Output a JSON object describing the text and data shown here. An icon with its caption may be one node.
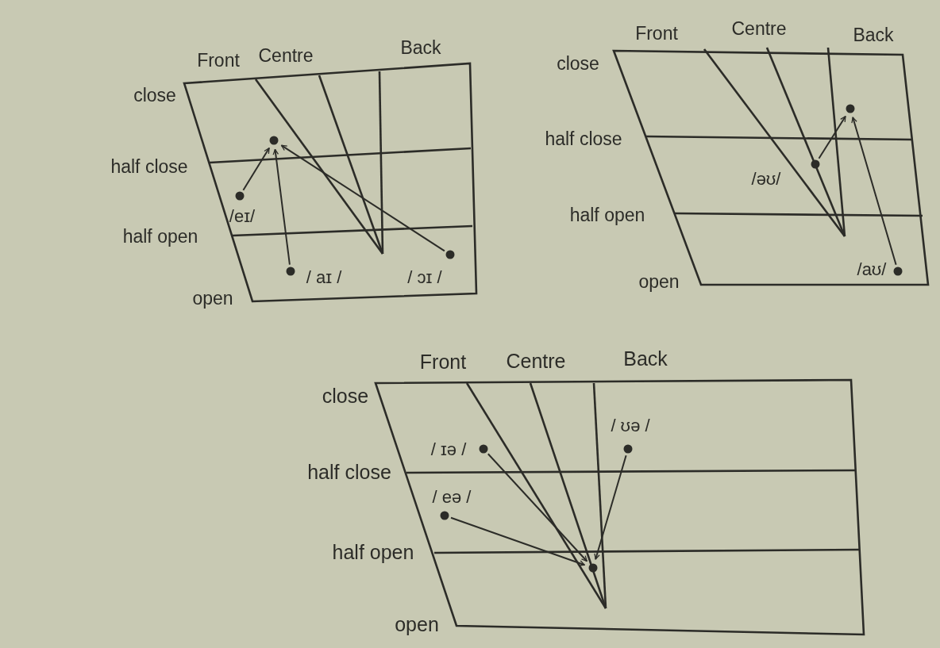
{
  "diagram": {
    "nodes": [
      {
        "text": [],
        "shape": "circle"
      },
      {
        "text": [],
        "shape": "circle",
        "beside": [
          "/eɪ/"
        ]
      },
      {
        "text": [],
        "shape": "circle",
        "beside": [
          "/ aɪ /"
        ]
      },
      {
        "text": [],
        "shape": "circle",
        "beside": [
          "/ ɔɪ /"
        ]
      },
      {
        "text": [],
        "shape": "circle"
      },
      {
        "text": [],
        "shape": "circle",
        "beside": [
          "/əʊ/"
        ]
      },
      {
        "text": [],
        "shape": "circle",
        "beside": [
          "/aʊ/"
        ]
      },
      {
        "text": [],
        "shape": "circle",
        "beside": [
          "/ ɪə /"
        ]
      },
      {
        "text": [],
        "shape": "circle",
        "beside": [
          "/ ʊə /"
        ]
      },
      {
        "text": [],
        "shape": "circle",
        "beside": [
          "/ eə /"
        ]
      },
      {
        "text": [],
        "shape": "circle"
      }
    ],
    "edges": [
      {
        "from": 1,
        "to": 0,
        "arrow": "to"
      },
      {
        "from": 2,
        "to": 0,
        "arrow": "to"
      },
      {
        "from": 3,
        "to": 0,
        "arrow": "to"
      },
      {
        "from": 5,
        "to": 4,
        "arrow": "to"
      },
      {
        "from": 6,
        "to": 4,
        "arrow": "to"
      },
      {
        "from": 7,
        "to": 10,
        "arrow": "to"
      },
      {
        "from": 8,
        "to": 10,
        "arrow": "to"
      },
      {
        "from": 9,
        "to": 10,
        "arrow": "to"
      }
    ],
    "labels": [
      "Front",
      "Centre",
      "Back",
      "close",
      "half close",
      "half open",
      "open",
      "Front",
      "Centre",
      "Back",
      "close",
      "half close",
      "half open",
      "open",
      "Front",
      "Centre",
      "Back",
      "close",
      "half close",
      "half open",
      "open"
    ]
  }
}
